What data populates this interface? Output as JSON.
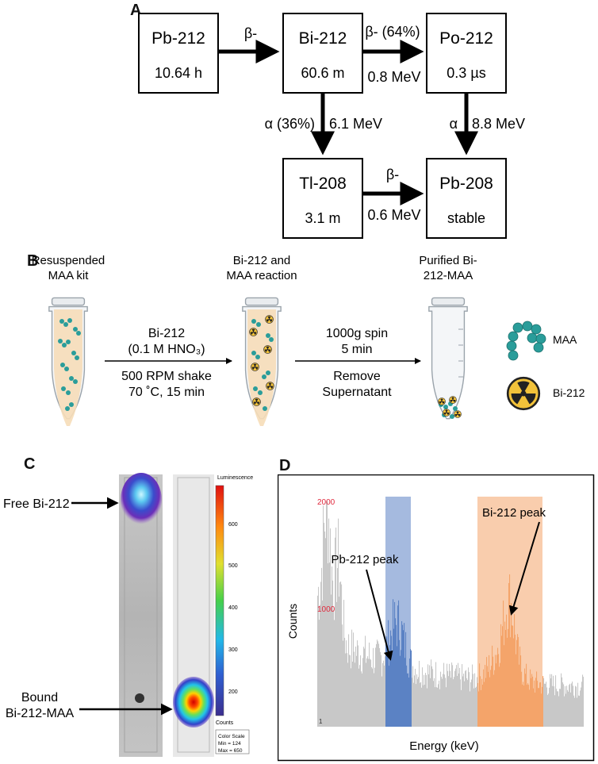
{
  "panels": {
    "a": "A",
    "b": "B",
    "c": "C",
    "d": "D"
  },
  "decay": {
    "pb212": {
      "name": "Pb-212",
      "halflife": "10.64 h"
    },
    "bi212": {
      "name": "Bi-212",
      "halflife": "60.6 m"
    },
    "po212": {
      "name": "Po-212",
      "halflife": "0.3 µs"
    },
    "tl208": {
      "name": "Tl-208",
      "halflife": "3.1 m"
    },
    "pb208": {
      "name": "Pb-208",
      "halflife": "stable"
    },
    "pb_bi_label": "β-",
    "bi_po_label": "β- (64%)",
    "bi_po_energy": "0.8 MeV",
    "bi_tl_label": "α (36%)",
    "bi_tl_energy": "6.1 MeV",
    "po_pb_label": "α",
    "po_pb_energy": "8.8 MeV",
    "tl_pb_label": "β-",
    "tl_pb_energy": "0.6 MeV"
  },
  "workflow": {
    "tube1_title": [
      "Resuspended",
      "MAA kit"
    ],
    "tube2_title": [
      "Bi-212 and",
      "MAA reaction"
    ],
    "tube3_title": [
      "Purified Bi-",
      "212-MAA"
    ],
    "step1_lines": [
      "Bi-212",
      "(0.1 M HNO₃)",
      "500 RPM shake",
      "70 ˚C, 15 min"
    ],
    "step2_lines": [
      "1000g spin",
      "5 min",
      "Remove",
      "Supernatant"
    ],
    "legend_maa": "MAA",
    "legend_bi": "Bi-212"
  },
  "tlc": {
    "free_label": "Free Bi-212",
    "bound_label": [
      "Bound",
      "Bi-212-MAA"
    ],
    "scale_title": "Luminescence",
    "scale_ticks": [
      "600",
      "500",
      "400",
      "300",
      "200"
    ],
    "scale_unit": "Counts",
    "scale_box": [
      "Color Scale",
      "Min = 124",
      "Max = 650"
    ]
  },
  "chart_data": {
    "type": "area",
    "xlabel": "Energy (keV)",
    "ylabel": "Counts",
    "y_ticks": [
      "2000",
      "1000",
      "1"
    ],
    "ylim": [
      1,
      2000
    ],
    "tick_color": "#e0283c",
    "annotations": [
      {
        "text": "Pb-212 peak",
        "band_color": "#5b82c4"
      },
      {
        "text": "Bi-212 peak",
        "band_color": "#f4a46a"
      }
    ],
    "spectrum_color": "#c8c8c8"
  }
}
